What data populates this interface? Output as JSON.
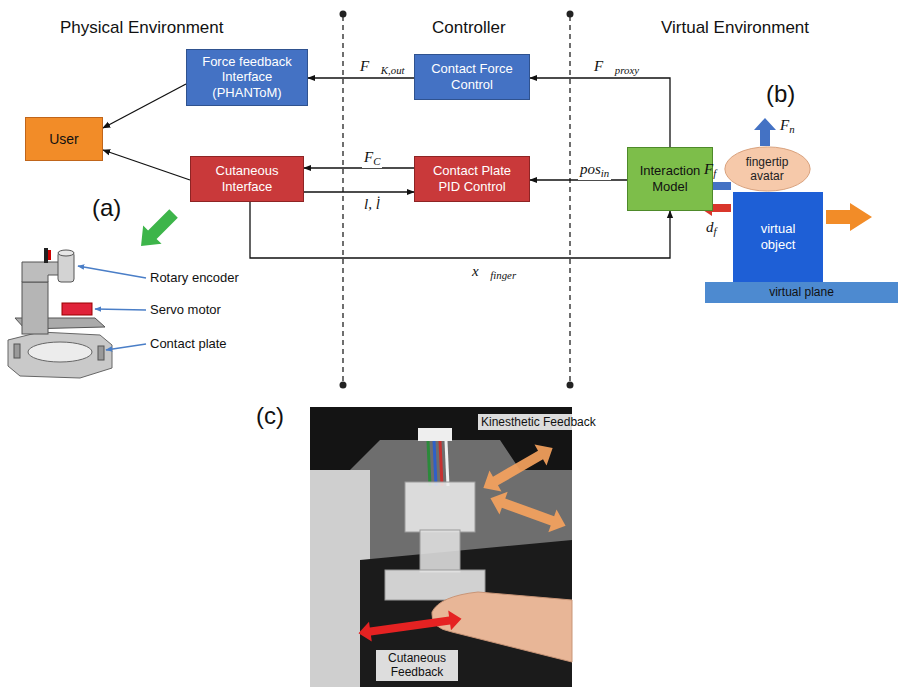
{
  "diagram": {
    "nodes": [
      {
        "text": [
          "Force feedback Interface (PHANToM)"
        ]
      },
      {
        "text": [
          "Contact Force Control"
        ]
      },
      {
        "text": [
          "User"
        ]
      },
      {
        "text": [
          "Cutaneous Interface"
        ]
      },
      {
        "text": [
          "Contact Plate PID Control"
        ]
      },
      {
        "text": [
          "Interaction Model"
        ]
      },
      {
        "text": [
          "fingertip avatar"
        ]
      },
      {
        "text": [
          "virtual object"
        ]
      },
      {
        "text": [
          "virtual plane"
        ]
      }
    ],
    "edges": [
      {
        "from": 1,
        "to": 0,
        "arrow": "to",
        "label": "F⃗K,out"
      },
      {
        "from": 5,
        "to": 1,
        "arrow": "to",
        "label": "F⃗proxy"
      },
      {
        "from": 0,
        "to": 2,
        "arrow": "to"
      },
      {
        "from": 3,
        "to": 2,
        "arrow": "to"
      },
      {
        "from": 4,
        "to": 3,
        "arrow": "to",
        "label": "FC"
      },
      {
        "from": 3,
        "to": 4,
        "arrow": "to",
        "label": "l, l̇"
      },
      {
        "from": 5,
        "to": 4,
        "arrow": "to",
        "label": "posin"
      },
      {
        "from": 3,
        "to": 5,
        "arrow": "to",
        "label": "x⃗finger"
      }
    ],
    "labels": [
      "Physical Environment",
      "Controller",
      "Virtual Environment",
      "(a)",
      "Rotary encoder",
      "Servo motor",
      "Contact plate",
      "(b)",
      "Ff",
      "Fn",
      "df",
      "(c)",
      "Kinesthetic Feedback",
      "Cutaneous Feedback"
    ]
  }
}
